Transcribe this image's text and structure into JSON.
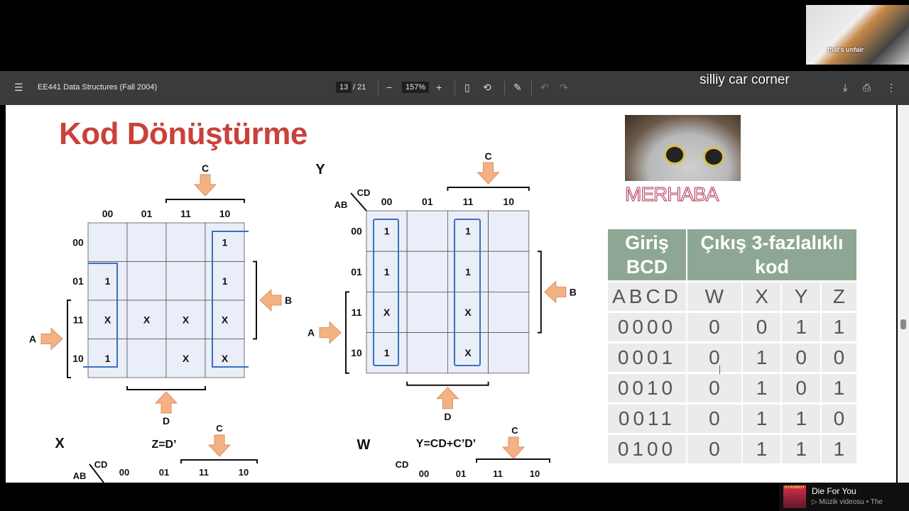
{
  "toolbar": {
    "doc_title": "EE441 Data Structures (Fall 2004)",
    "page_current": "13",
    "page_total": "/ 21",
    "zoom": "157%",
    "minus": "−",
    "plus": "+"
  },
  "slide": {
    "title": "Kod Dönüştürme",
    "kmap_z": {
      "cols": [
        "00",
        "01",
        "11",
        "10"
      ],
      "rows": [
        "00",
        "01",
        "11",
        "10"
      ],
      "cells": [
        [
          "",
          "",
          "",
          "1"
        ],
        [
          "1",
          "",
          "",
          "1"
        ],
        [
          "X",
          "X",
          "X",
          "X"
        ],
        [
          "1",
          "",
          "X",
          "X"
        ]
      ],
      "var_c": "C",
      "var_d": "D",
      "var_a": "A",
      "var_b": "B",
      "equation": "Z=D’"
    },
    "kmap_y": {
      "label": "Y",
      "corner_cd": "CD",
      "corner_ab": "AB",
      "cols": [
        "00",
        "01",
        "11",
        "10"
      ],
      "rows": [
        "00",
        "01",
        "11",
        "10"
      ],
      "cells": [
        [
          "1",
          "",
          "1",
          ""
        ],
        [
          "1",
          "",
          "1",
          ""
        ],
        [
          "X",
          "",
          "X",
          ""
        ],
        [
          "1",
          "",
          "X",
          ""
        ]
      ],
      "var_c": "C",
      "var_d": "D",
      "var_a": "A",
      "var_b": "B",
      "equation": "Y=CD+C’D’"
    },
    "kmap_x": {
      "label": "X",
      "corner_cd": "CD",
      "corner_ab": "AB",
      "cols": [
        "00",
        "01",
        "11",
        "10"
      ],
      "var_c": "C"
    },
    "kmap_w": {
      "label": "W",
      "corner_cd": "CD",
      "var_c": "C",
      "cols": [
        "00",
        "01",
        "11",
        "10"
      ]
    },
    "table": {
      "header_in": "Giriş BCD",
      "header_out": "Çıkış 3-fazlalıklı kod",
      "cols": [
        "ABCD",
        "W",
        "X",
        "Y",
        "Z"
      ],
      "rows": [
        [
          "0000",
          "0",
          "0",
          "1",
          "1"
        ],
        [
          "0001",
          "0",
          "1",
          "0",
          "0"
        ],
        [
          "0010",
          "0",
          "1",
          "0",
          "1"
        ],
        [
          "0011",
          "0",
          "1",
          "1",
          "0"
        ],
        [
          "0100",
          "0",
          "1",
          "1",
          "1"
        ]
      ]
    }
  },
  "overlays": {
    "cam_caption": "that's unfair",
    "cam_text": "MERHABA",
    "channel": "silliy car corner",
    "music_title": "Die For You",
    "music_sub": "Müzik videosu • The",
    "album": "STARBOY"
  }
}
